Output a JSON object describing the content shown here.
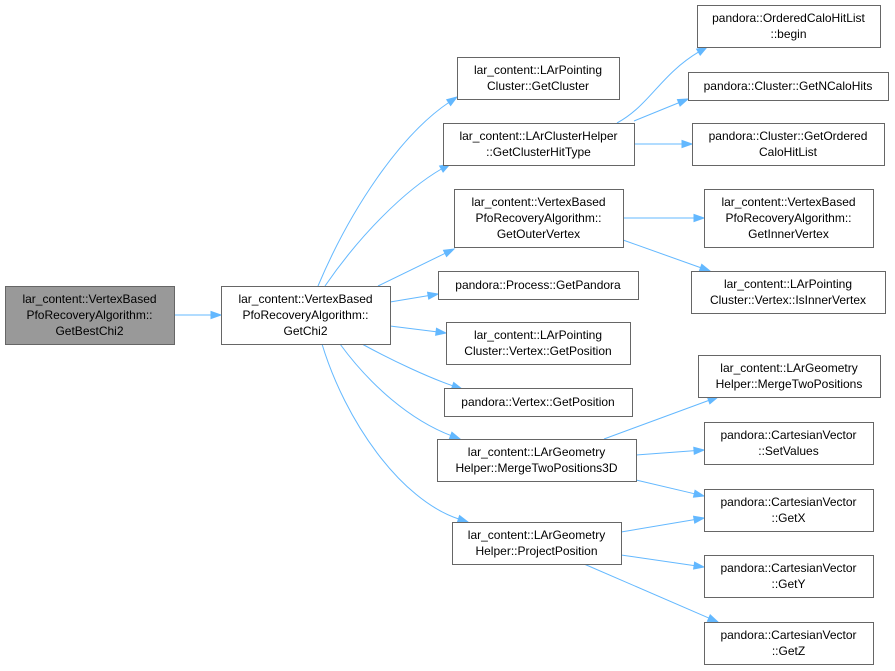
{
  "colors": {
    "edge": "#63b8ff",
    "node_border": "#666666",
    "root_fill": "#999999",
    "node_fill": "#ffffff"
  },
  "nodes": {
    "getBestChi2": [
      "lar_content::VertexBased",
      "PfoRecoveryAlgorithm::",
      "GetBestChi2"
    ],
    "getChi2": [
      "lar_content::VertexBased",
      "PfoRecoveryAlgorithm::",
      "GetChi2"
    ],
    "getCluster": [
      "lar_content::LArPointing",
      "Cluster::GetCluster"
    ],
    "getClusterHitType": [
      "lar_content::LArClusterHelper",
      "::GetClusterHitType"
    ],
    "getOuterVertex": [
      "lar_content::VertexBased",
      "PfoRecoveryAlgorithm::",
      "GetOuterVertex"
    ],
    "getPandora": [
      "pandora::Process::GetPandora"
    ],
    "pointingVertexGetPosition": [
      "lar_content::LArPointing",
      "Cluster::Vertex::GetPosition"
    ],
    "vertexGetPosition": [
      "pandora::Vertex::GetPosition"
    ],
    "mergeTwoPositions3D": [
      "lar_content::LArGeometry",
      "Helper::MergeTwoPositions3D"
    ],
    "projectPosition": [
      "lar_content::LArGeometry",
      "Helper::ProjectPosition"
    ],
    "orderedCaloHitListBegin": [
      "pandora::OrderedCaloHitList",
      "::begin"
    ],
    "getNCaloHits": [
      "pandora::Cluster::GetNCaloHits"
    ],
    "getOrderedCaloHitList": [
      "pandora::Cluster::GetOrdered",
      "CaloHitList"
    ],
    "getInnerVertex": [
      "lar_content::VertexBased",
      "PfoRecoveryAlgorithm::",
      "GetInnerVertex"
    ],
    "isInnerVertex": [
      "lar_content::LArPointing",
      "Cluster::Vertex::IsInnerVertex"
    ],
    "mergeTwoPositions": [
      "lar_content::LArGeometry",
      "Helper::MergeTwoPositions"
    ],
    "setValues": [
      "pandora::CartesianVector",
      "::SetValues"
    ],
    "getX": [
      "pandora::CartesianVector",
      "::GetX"
    ],
    "getY": [
      "pandora::CartesianVector",
      "::GetY"
    ],
    "getZ": [
      "pandora::CartesianVector",
      "::GetZ"
    ]
  },
  "edges": [
    [
      "getBestChi2",
      "getChi2"
    ],
    [
      "getChi2",
      "getCluster"
    ],
    [
      "getChi2",
      "getClusterHitType"
    ],
    [
      "getChi2",
      "getOuterVertex"
    ],
    [
      "getChi2",
      "getPandora"
    ],
    [
      "getChi2",
      "pointingVertexGetPosition"
    ],
    [
      "getChi2",
      "vertexGetPosition"
    ],
    [
      "getChi2",
      "mergeTwoPositions3D"
    ],
    [
      "getChi2",
      "projectPosition"
    ],
    [
      "getClusterHitType",
      "orderedCaloHitListBegin"
    ],
    [
      "getClusterHitType",
      "getNCaloHits"
    ],
    [
      "getClusterHitType",
      "getOrderedCaloHitList"
    ],
    [
      "getOuterVertex",
      "getInnerVertex"
    ],
    [
      "getOuterVertex",
      "isInnerVertex"
    ],
    [
      "mergeTwoPositions3D",
      "mergeTwoPositions"
    ],
    [
      "mergeTwoPositions3D",
      "setValues"
    ],
    [
      "mergeTwoPositions3D",
      "getX"
    ],
    [
      "projectPosition",
      "getX"
    ],
    [
      "projectPosition",
      "getY"
    ],
    [
      "projectPosition",
      "getZ"
    ]
  ]
}
